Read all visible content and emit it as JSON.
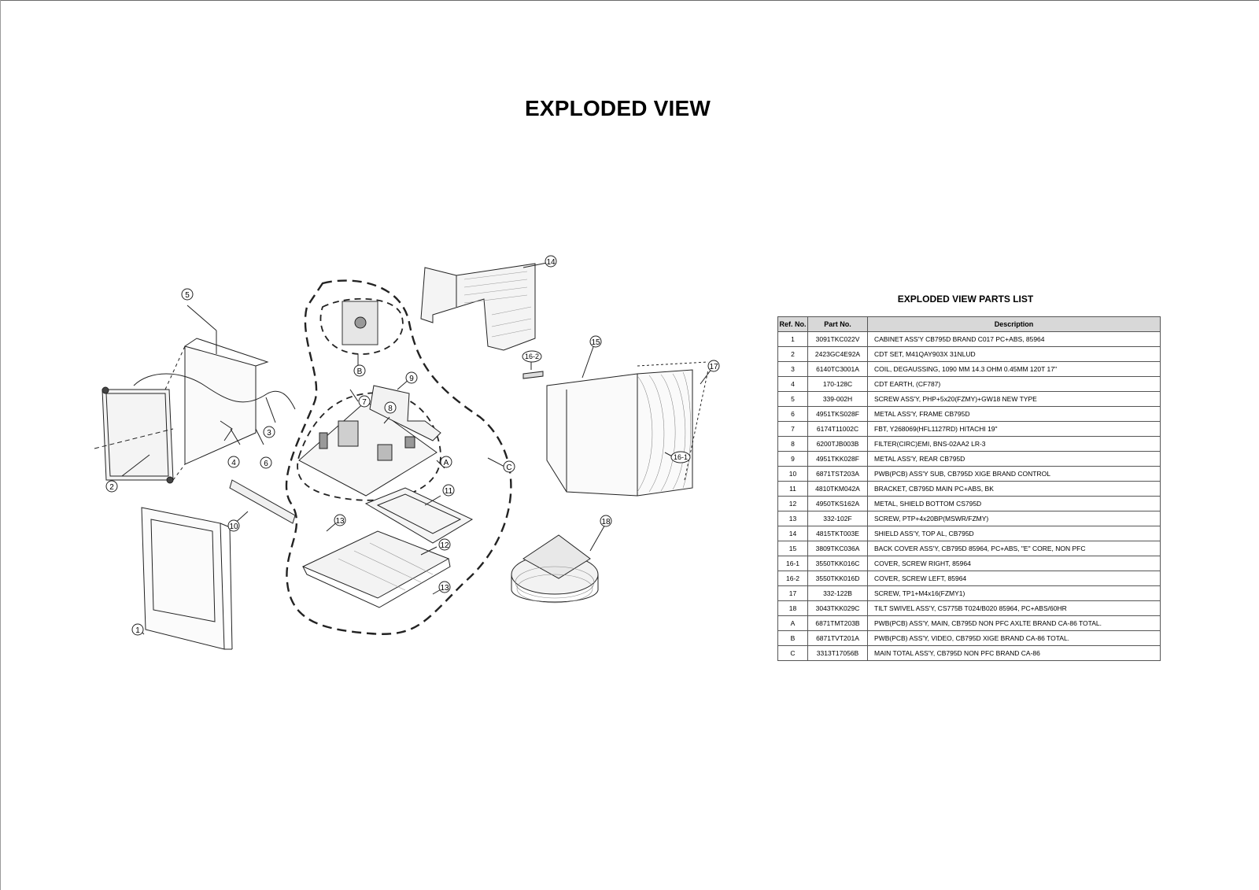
{
  "title": "EXPLODED VIEW",
  "parts_list": {
    "title": "EXPLODED VIEW PARTS LIST",
    "headers": {
      "ref": "Ref. No.",
      "part": "Part No.",
      "desc": "Description"
    },
    "rows": [
      {
        "ref": "1",
        "part": "3091TKC022V",
        "desc": "CABINET ASS'Y CB795D BRAND C017 PC+ABS, 85964"
      },
      {
        "ref": "2",
        "part": "2423GC4E92A",
        "desc": "CDT SET, M41QAY903X 31NLUD"
      },
      {
        "ref": "3",
        "part": "6140TC3001A",
        "desc": "COIL, DEGAUSSING, 1090 MM 14.3 OHM 0.45MM 120T 17\""
      },
      {
        "ref": "4",
        "part": "170-128C",
        "desc": "CDT EARTH, (CF787)"
      },
      {
        "ref": "5",
        "part": "339-002H",
        "desc": "SCREW ASS'Y, PHP+5x20(FZMY)+GW18 NEW TYPE"
      },
      {
        "ref": "6",
        "part": "4951TKS028F",
        "desc": "METAL ASS'Y, FRAME CB795D"
      },
      {
        "ref": "7",
        "part": "6174T11002C",
        "desc": "FBT, Y268069(HFL1127RD) HITACHI 19\""
      },
      {
        "ref": "8",
        "part": "6200TJB003B",
        "desc": "FILTER(CIRC)EMI, BNS-02AA2 LR-3"
      },
      {
        "ref": "9",
        "part": "4951TKK028F",
        "desc": "METAL ASS'Y, REAR CB795D"
      },
      {
        "ref": "10",
        "part": "6871TST203A",
        "desc": "PWB(PCB) ASS'Y SUB, CB795D XIGE BRAND CONTROL"
      },
      {
        "ref": "11",
        "part": "4810TKM042A",
        "desc": "BRACKET, CB795D MAIN PC+ABS, BK"
      },
      {
        "ref": "12",
        "part": "4950TKS162A",
        "desc": "METAL, SHIELD BOTTOM CS795D"
      },
      {
        "ref": "13",
        "part": "332-102F",
        "desc": "SCREW, PTP+4x20BP(MSWR/FZMY)"
      },
      {
        "ref": "14",
        "part": "4815TKT003E",
        "desc": "SHIELD ASS'Y, TOP AL, CB795D"
      },
      {
        "ref": "15",
        "part": "3809TKC036A",
        "desc": "BACK COVER ASS'Y, CB795D 85964, PC+ABS,  \"E\" CORE, NON PFC"
      },
      {
        "ref": "16-1",
        "part": "3550TKK016C",
        "desc": "COVER, SCREW  RIGHT, 85964"
      },
      {
        "ref": "16-2",
        "part": "3550TKK016D",
        "desc": "COVER, SCREW  LEFT, 85964"
      },
      {
        "ref": "17",
        "part": "332-122B",
        "desc": "SCREW, TP1+M4x16(FZMY1)"
      },
      {
        "ref": "18",
        "part": "3043TKK029C",
        "desc": "TILT SWIVEL ASS'Y, CS775B T024/B020 85964, PC+ABS/60HR"
      },
      {
        "ref": "A",
        "part": "6871TMT203B",
        "desc": "PWB(PCB) ASS'Y, MAIN, CB795D NON PFC AXLTE BRAND CA-86 TOTAL."
      },
      {
        "ref": "B",
        "part": "6871TVT201A",
        "desc": "PWB(PCB) ASS'Y, VIDEO, CB795D XIGE BRAND CA-86 TOTAL."
      },
      {
        "ref": "C",
        "part": "3313T17056B",
        "desc": "MAIN TOTAL ASS'Y, CB795D NON PFC BRAND CA-86"
      }
    ]
  },
  "callouts": [
    "1",
    "2",
    "3",
    "4",
    "5",
    "6",
    "7",
    "8",
    "9",
    "10",
    "11",
    "12",
    "13",
    "13",
    "14",
    "15",
    "16-1",
    "16-2",
    "17",
    "18",
    "A",
    "B",
    "C"
  ]
}
